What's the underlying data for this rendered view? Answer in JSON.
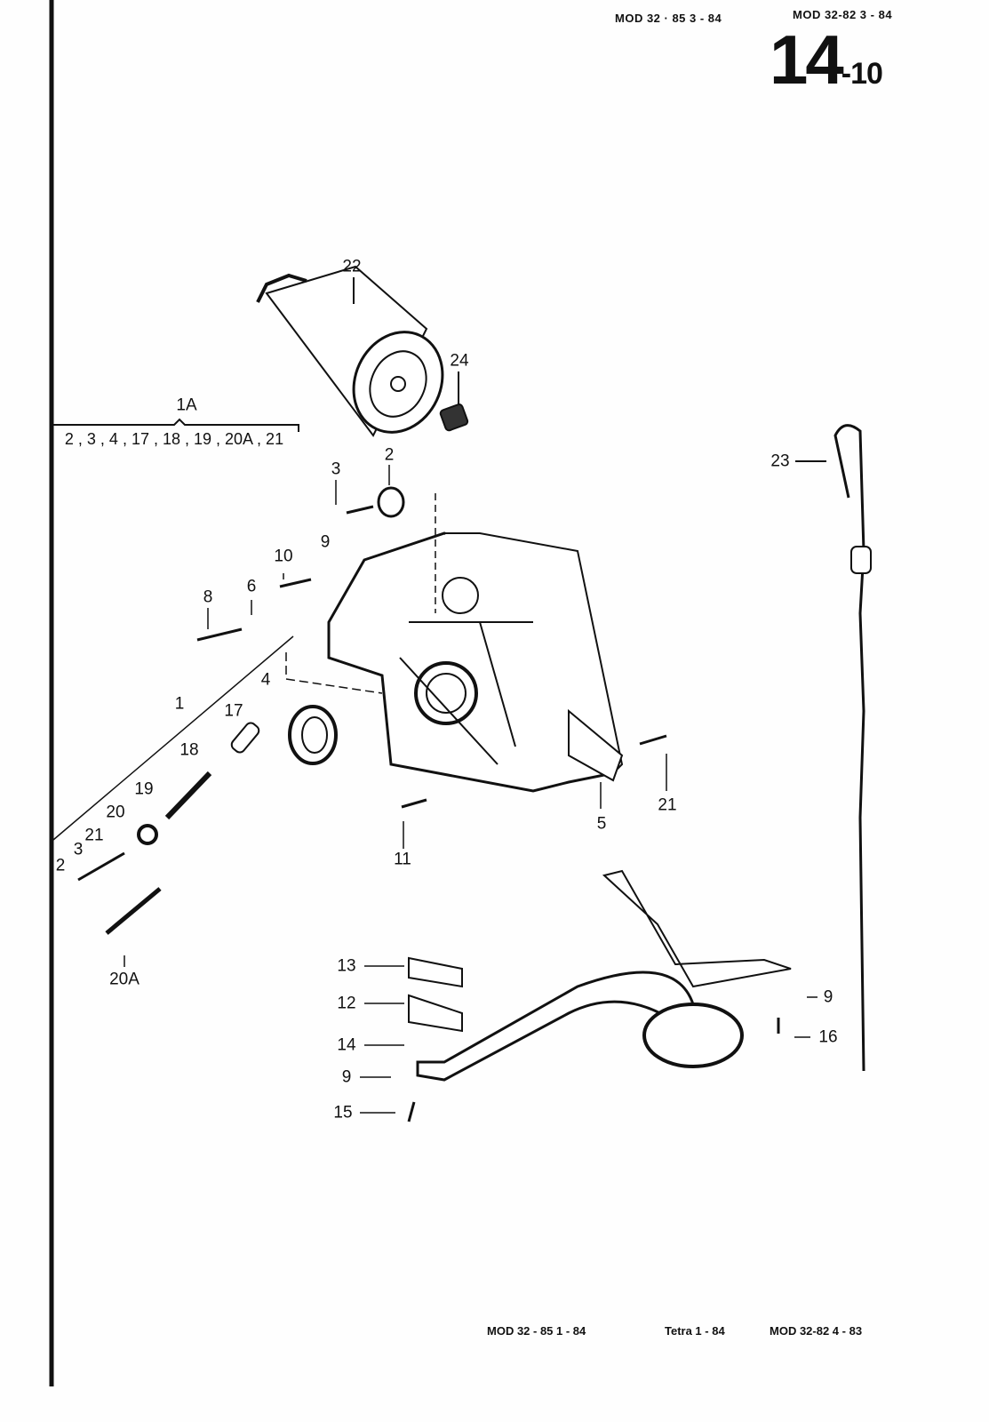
{
  "header": {
    "ref_left": "MOD 32 · 85   3 - 84",
    "ref_right": "MOD 32-82   3 - 84",
    "page_number": "14",
    "page_sub": "-10"
  },
  "footer": {
    "ref_1": "MOD 32 - 85   1 - 84",
    "ref_2": "Tetra   1 - 84",
    "ref_3": "MOD 32-82   4 - 83"
  },
  "kit": {
    "label": "1A",
    "contents": "2 , 3 , 4 , 17 , 18 , 19 , 20A , 21"
  },
  "callouts": [
    "22",
    "24",
    "23",
    "3",
    "2",
    "10",
    "9",
    "8",
    "6",
    "1",
    "4",
    "17",
    "18",
    "19",
    "20",
    "21",
    "2",
    "3",
    "20A",
    "11",
    "5",
    "21",
    "13",
    "12",
    "14",
    "9",
    "15",
    "9",
    "16"
  ]
}
